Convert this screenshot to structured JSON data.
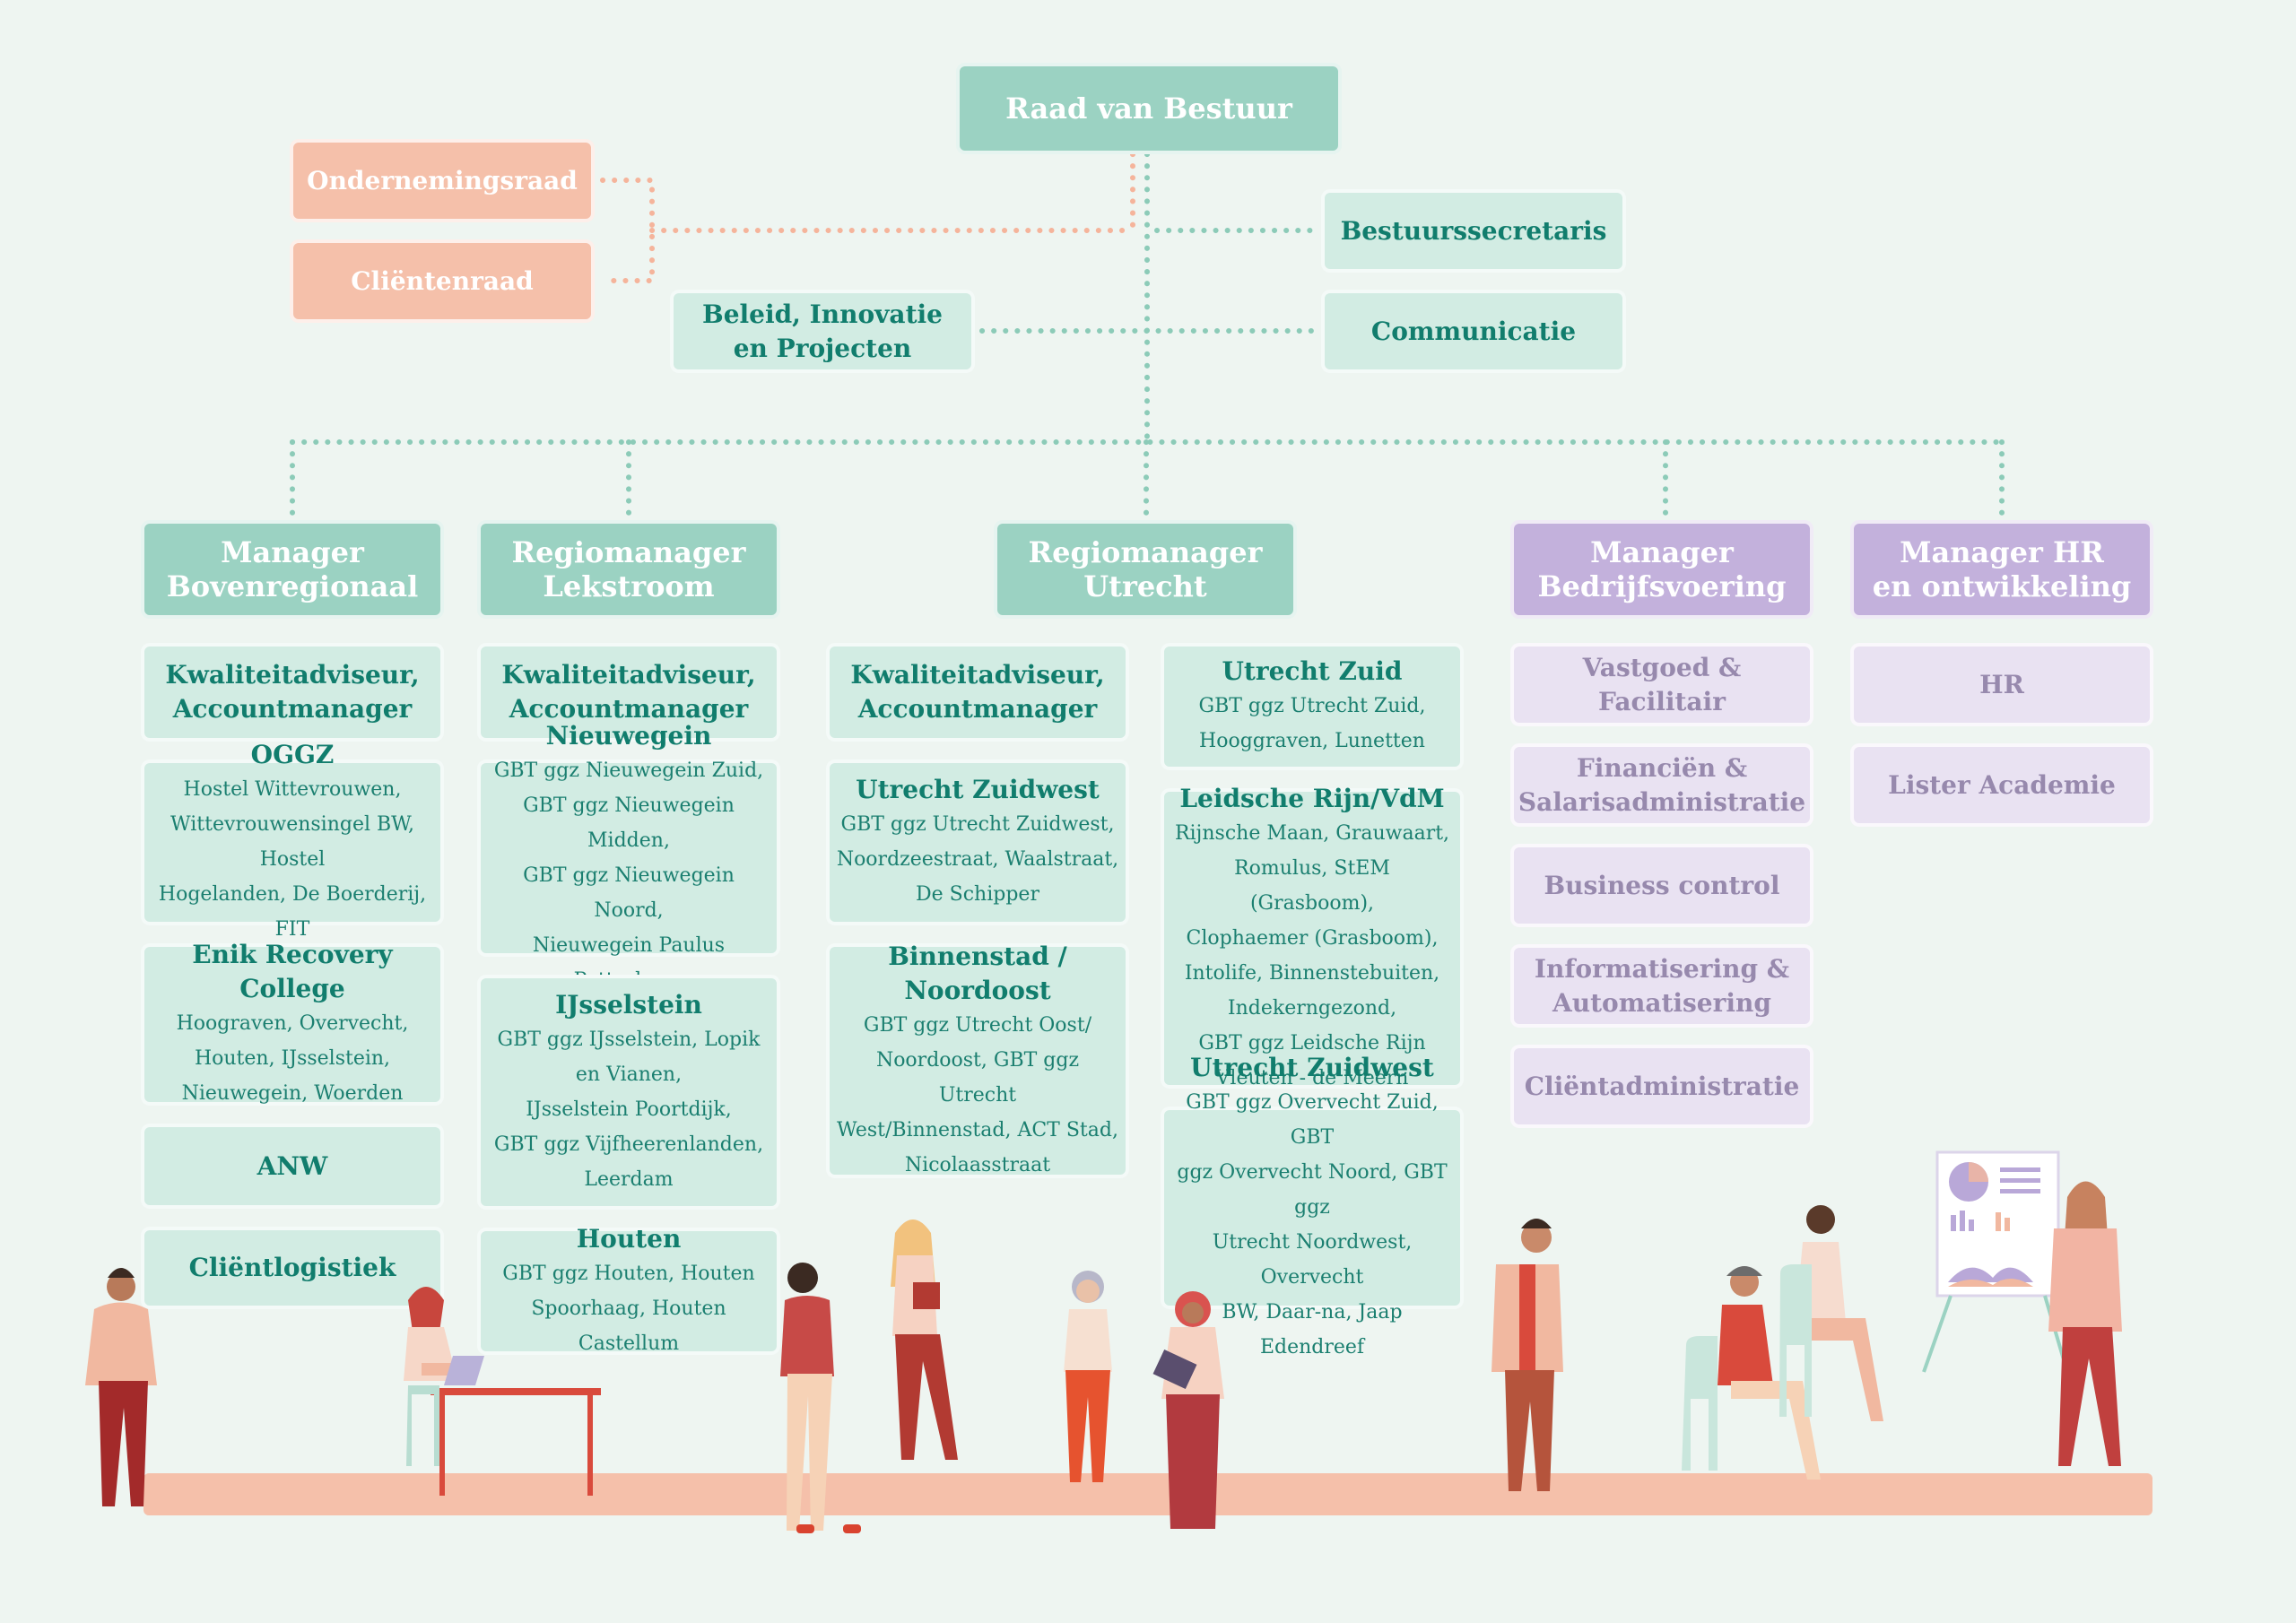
{
  "top": "Raad van Bestuur",
  "side_left": [
    "Ondernemingsraad",
    "Cliëntenraad"
  ],
  "staff_right": [
    "Bestuurssecretaris",
    "Communicatie"
  ],
  "beleid": "Beleid, Innovatie\nen Projecten",
  "managers": [
    "Manager\nBovenregionaal",
    "Regiomanager\nLekstroom",
    "Regiomanager\nUtrecht",
    "Manager\nBedrijfsvoering",
    "Manager HR\nen ontwikkeling"
  ],
  "bovenregionaal": {
    "kwaliteit": "Kwaliteitadviseur,\nAccountmanager",
    "oggz": {
      "title": "OGGZ",
      "body": "Hostel Wittevrouwen,\nWittevrouwensingel BW, Hostel\nHogelanden, De Boerderij, FIT"
    },
    "enik": {
      "title": "Enik Recovery College",
      "body": "Hoograven, Overvecht,\nHouten, IJsselstein,\nNieuwegein, Woerden"
    },
    "anw": "ANW",
    "clientlogistiek": "Cliëntlogistiek"
  },
  "lekstroom": {
    "kwaliteit": "Kwaliteitadviseur,\nAccountmanager",
    "nieuwegein": {
      "title": "Nieuwegein",
      "body": "GBT ggz Nieuwegein Zuid,\nGBT ggz Nieuwegein Midden,\nGBT ggz Nieuwegein Noord,\nNieuwegein Paulus Potterhage"
    },
    "ijsselstein": {
      "title": "IJsselstein",
      "body": "GBT ggz IJsselstein, Lopik\nen Vianen,\nIJsselstein Poortdijk,\nGBT ggz Vijfheerenlanden,\nLeerdam"
    },
    "houten": {
      "title": "Houten",
      "body": "GBT ggz Houten, Houten\nSpoorhaag, Houten Castellum"
    }
  },
  "utrecht_a": {
    "kwaliteit": "Kwaliteitadviseur,\nAccountmanager",
    "zuidwest": {
      "title": "Utrecht Zuidwest",
      "body": "GBT ggz Utrecht Zuidwest,\nNoordzeestraat, Waalstraat,\nDe Schipper"
    },
    "binnenstad": {
      "title": "Binnenstad /\nNoordoost",
      "body": "GBT ggz Utrecht Oost/\nNoordoost, GBT ggz Utrecht\nWest/Binnenstad, ACT Stad,\nNicolaasstraat"
    }
  },
  "utrecht_b": {
    "zuid": {
      "title": "Utrecht Zuid",
      "body": "GBT ggz Utrecht Zuid,\nHooggraven, Lunetten"
    },
    "leidsche": {
      "title": "Leidsche Rijn/VdM",
      "body": "Rijnsche Maan, Grauwaart,\nRomulus, StEM (Grasboom),\nClophaemer (Grasboom),\nIntolife, Binnenstebuiten,\nIndekerngezond,\nGBT ggz Leidsche Rijn\nVleuten - de Meern"
    },
    "zuidwest2": {
      "title": "Utrecht Zuidwest",
      "body": "GBT ggz Overvecht Zuid, GBT\nggz Overvecht Noord, GBT ggz\nUtrecht Noordwest, Overvecht\nBW, Daar-na, Jaap Edendreef"
    }
  },
  "bedrijfsvoering": [
    "Vastgoed & Facilitair",
    "Financiën &\nSalarisadministratie",
    "Business control",
    "Informatisering &\nAutomatisering",
    "Cliëntadministratie"
  ],
  "hr": [
    "HR",
    "Lister Academie"
  ],
  "colors": {
    "teal_dark": "#9bd2c2",
    "teal_light": "#d2ece3",
    "teal_text": "#117d6d",
    "salmon": "#f5c0aa",
    "purple_dark": "#c3b1dc",
    "purple_light": "#e9e2f2",
    "floor": "#f5c0aa"
  }
}
